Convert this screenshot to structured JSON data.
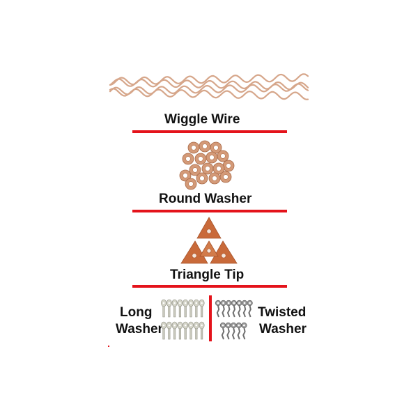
{
  "sections": {
    "wiggle_wire": {
      "label": "Wiggle Wire",
      "image": "wiggle-wire-coils"
    },
    "round_washer": {
      "label": "Round Washer",
      "image": "copper-round-washers"
    },
    "triangle_tip": {
      "label": "Triangle Tip",
      "image": "copper-triangle-tips"
    },
    "long_washer": {
      "line1": "Long",
      "line2": "Washer",
      "image": "silver-long-washers"
    },
    "twisted_washer": {
      "line1": "Twisted",
      "line2": "Washer",
      "image": "gray-twisted-washers"
    }
  },
  "colors": {
    "divider": "#e4131b",
    "copper": "#d08a62",
    "copper_dark": "#b5693f",
    "triangle": "#c96a3a",
    "silver": "#c9c9bd",
    "gray_metal": "#8f8f8f"
  }
}
